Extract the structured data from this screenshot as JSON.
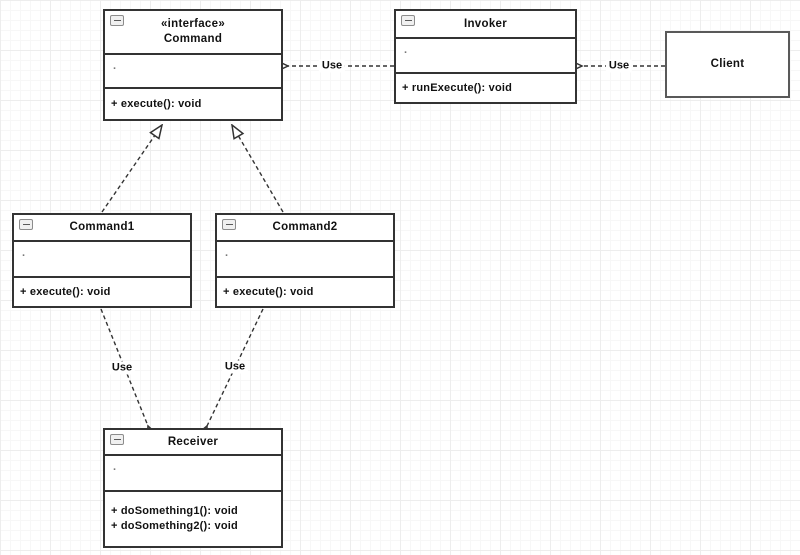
{
  "classes": {
    "command": {
      "stereotype": "«interface»",
      "name": "Command",
      "attr_dot": ".",
      "op1": "+ execute(): void"
    },
    "invoker": {
      "name": "Invoker",
      "attr_dot": ".",
      "op1": "+ runExecute(): void"
    },
    "client": {
      "name": "Client"
    },
    "command1": {
      "name": "Command1",
      "attr_dot": ".",
      "op1": "+ execute(): void"
    },
    "command2": {
      "name": "Command2",
      "attr_dot": ".",
      "op1": "+ execute(): void"
    },
    "receiver": {
      "name": "Receiver",
      "attr_dot": ".",
      "op1": "+ doSomething1(): void",
      "op2": "+ doSomething2(): void"
    }
  },
  "edges": {
    "invoker_to_command": {
      "type": "dependency",
      "label": "Use"
    },
    "client_to_invoker": {
      "type": "dependency",
      "label": "Use"
    },
    "command1_to_command": {
      "type": "realization",
      "label": ""
    },
    "command2_to_command": {
      "type": "realization",
      "label": ""
    },
    "command1_to_receiver": {
      "type": "dependency",
      "label": "Use"
    },
    "command2_to_receiver": {
      "type": "dependency",
      "label": "Use"
    }
  },
  "colors": {
    "box_border": "#333333",
    "client_border": "#595959",
    "edge_stroke": "#333333",
    "text": "#111111"
  }
}
